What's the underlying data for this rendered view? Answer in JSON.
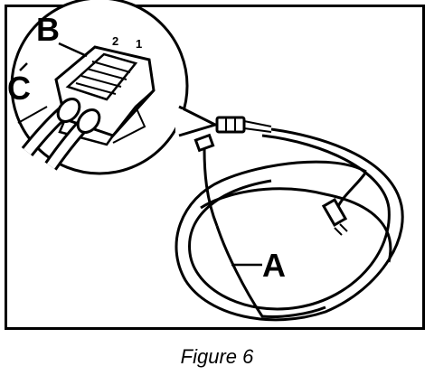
{
  "labels": {
    "a": "A",
    "b": "B",
    "c": "C"
  },
  "pins": {
    "pin2": "2",
    "pin1": "1"
  },
  "caption": "Figure 6"
}
